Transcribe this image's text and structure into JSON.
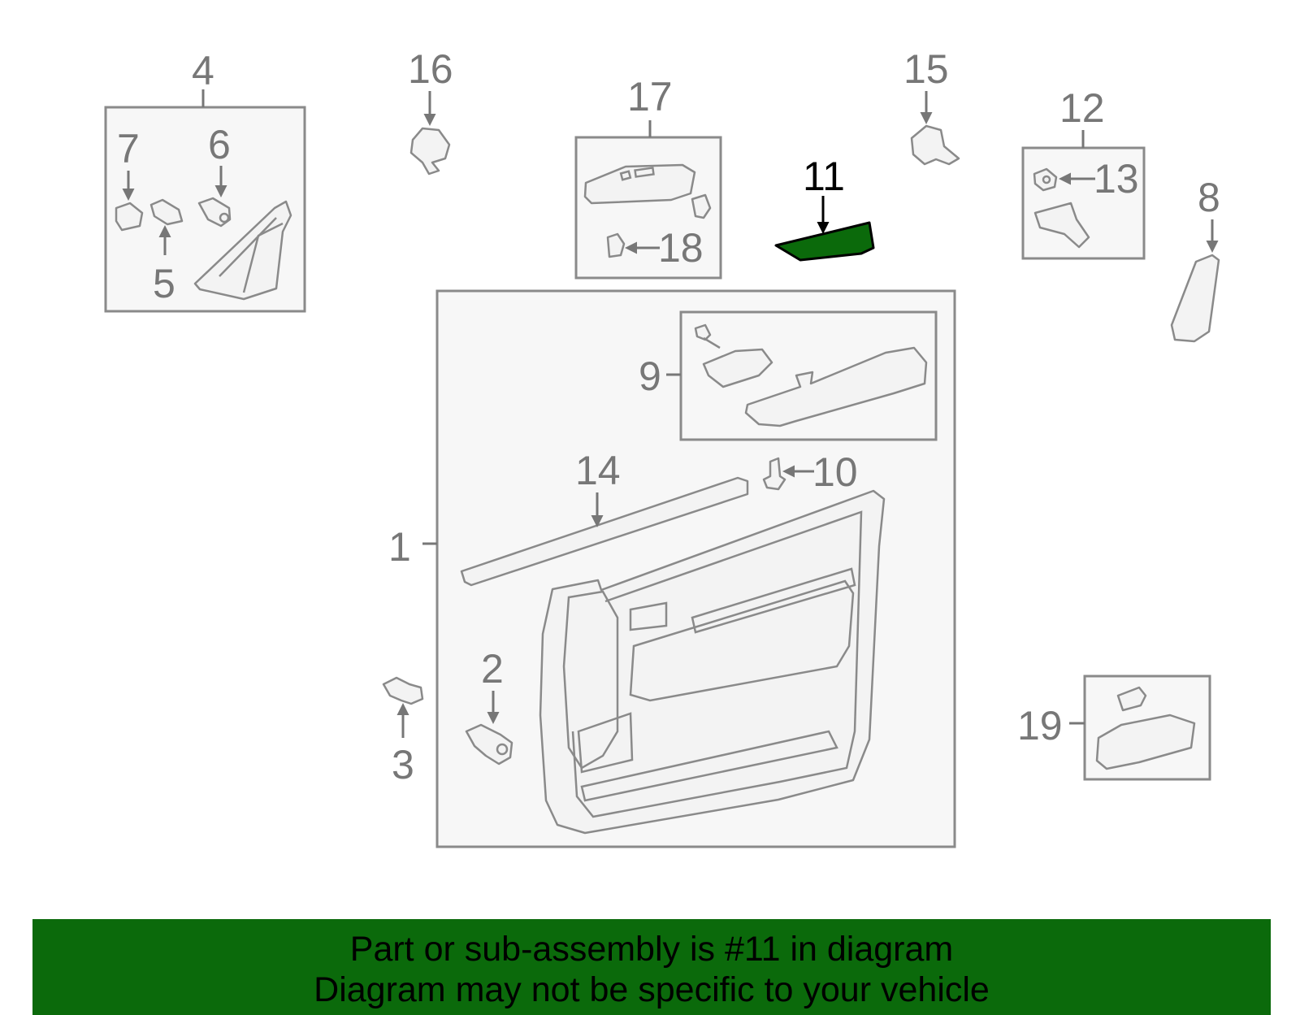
{
  "diagram": {
    "highlight_color": "#0b6a0b",
    "callouts": {
      "c1": "1",
      "c2": "2",
      "c3": "3",
      "c4": "4",
      "c5": "5",
      "c6": "6",
      "c7": "7",
      "c8": "8",
      "c9": "9",
      "c10": "10",
      "c11": "11",
      "c12": "12",
      "c13": "13",
      "c14": "14",
      "c15": "15",
      "c16": "16",
      "c17": "17",
      "c18": "18",
      "c19": "19"
    },
    "highlighted_part": "11"
  },
  "banner": {
    "line1": "Part or sub-assembly is #11 in diagram",
    "line2": "Diagram may not be specific to your vehicle",
    "background": "#0b6a0b"
  }
}
